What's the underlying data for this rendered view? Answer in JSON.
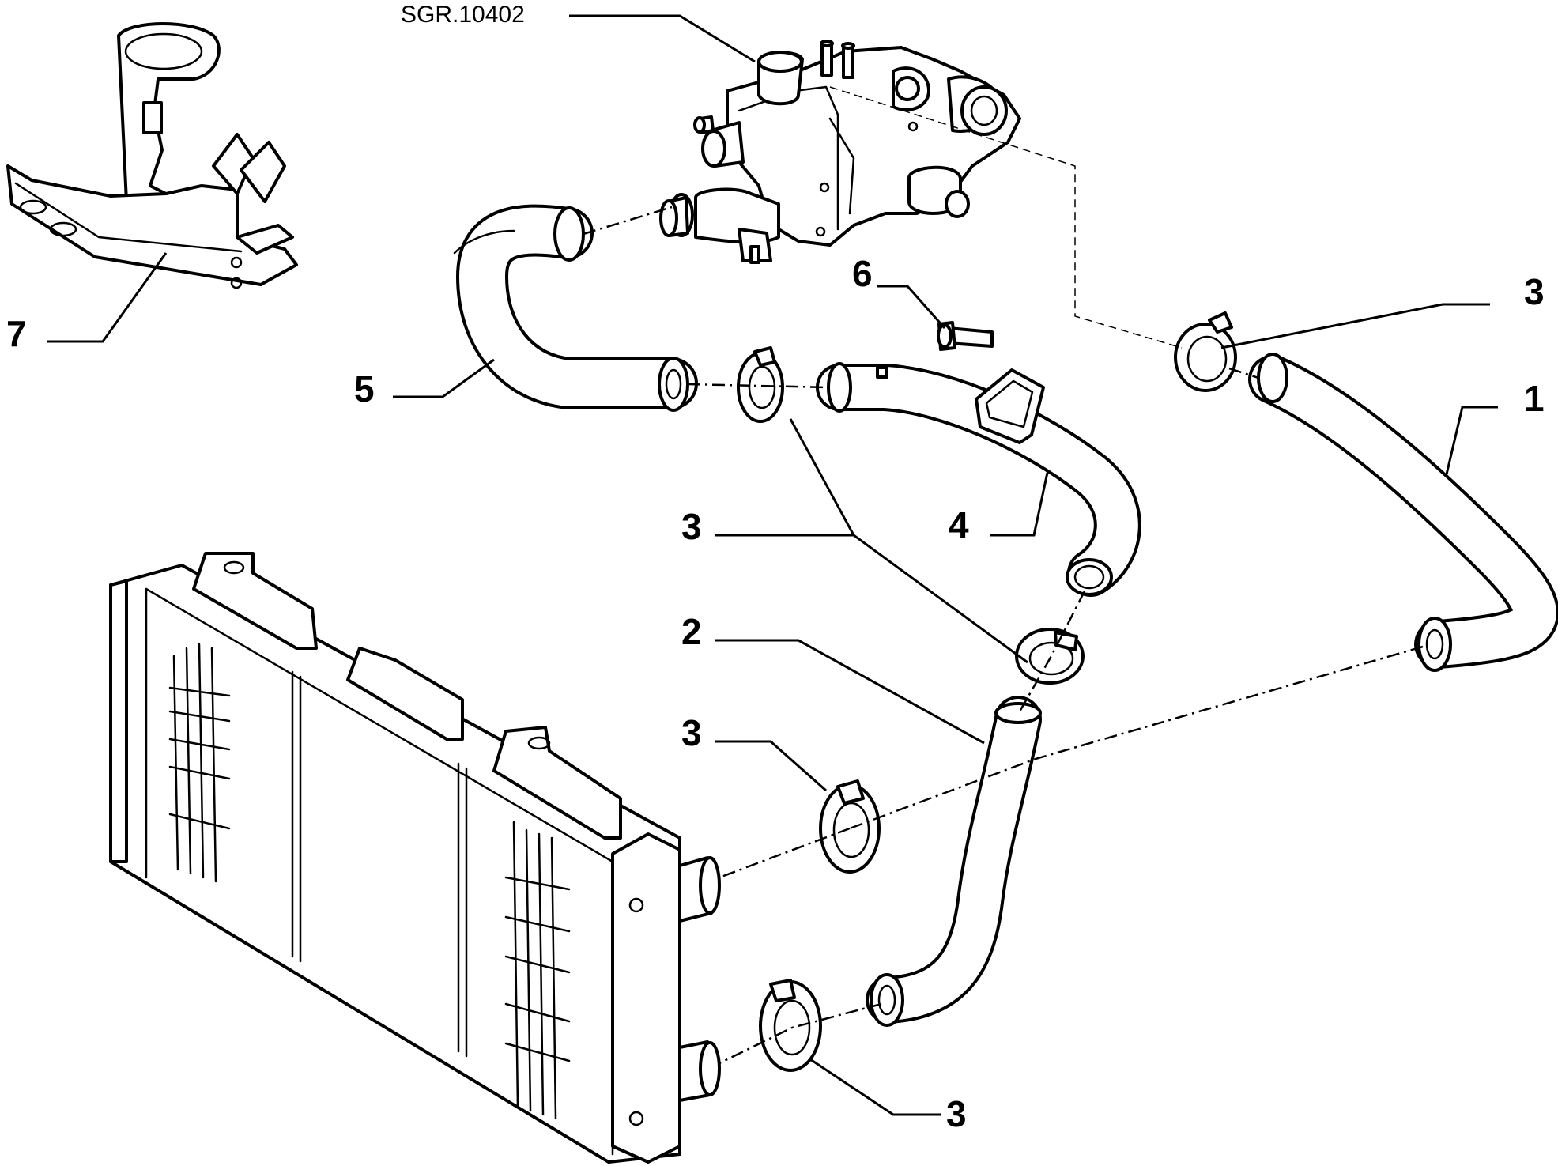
{
  "reference": "SGR.10402",
  "callouts": {
    "radiator_bracket": "7",
    "upper_hose_thermostat": "5",
    "bolt": "6",
    "clamp_top_right": "3",
    "hose_1": "1",
    "clamp_middle": "3",
    "pipe_4": "4",
    "hose_2": "2",
    "clamp_radiator_upper": "3",
    "clamp_radiator_lower": "3"
  },
  "colors": {
    "ink": "#000000",
    "paper": "#ffffff"
  }
}
